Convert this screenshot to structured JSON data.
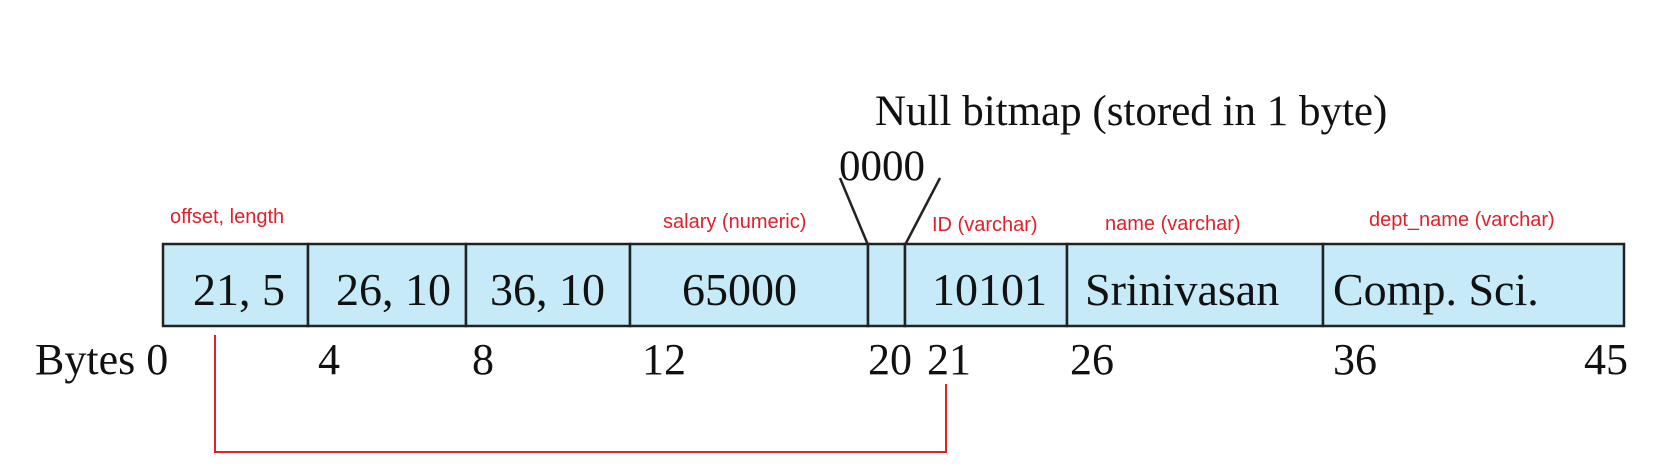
{
  "null_bitmap": {
    "title": "Null bitmap (stored in 1 byte)",
    "value": "0000"
  },
  "field_labels": {
    "offset_length": "offset, length",
    "salary": "salary (numeric)",
    "id": "ID (varchar)",
    "name": "name (varchar)",
    "dept_name": "dept_name (varchar)"
  },
  "cells": [
    {
      "value": "21, 5"
    },
    {
      "value": "26, 10"
    },
    {
      "value": "36, 10"
    },
    {
      "value": "65000"
    },
    {
      "value": ""
    },
    {
      "value": "10101"
    },
    {
      "value": "Srinivasan"
    },
    {
      "value": "Comp. Sci."
    }
  ],
  "bytes": {
    "prefix": "Bytes 0",
    "marks": [
      "4",
      "8",
      "12",
      "20",
      "21",
      "26",
      "36",
      "45"
    ]
  },
  "colors": {
    "cell_fill": "#c7eaf8",
    "annotation": "#e0202a",
    "line": "#222222"
  }
}
